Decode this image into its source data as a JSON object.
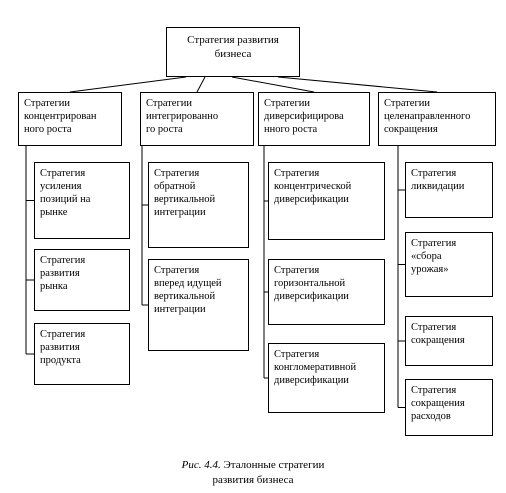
{
  "diagram": {
    "root": [
      "Стратегия развития",
      "бизнеса"
    ],
    "categories": [
      {
        "label": [
          "Стратегии",
          "концентрирован",
          "ного роста"
        ],
        "children": [
          [
            "Стратегия",
            "усиления",
            "позиций на",
            "рынке"
          ],
          [
            "Стратегия",
            "развития",
            "рынка"
          ],
          [
            "Стратегия",
            "развития",
            "продукта"
          ]
        ]
      },
      {
        "label": [
          "Стратегии",
          "интегрированно",
          "го роста"
        ],
        "children": [
          [
            "Стратегия",
            "обратной",
            "вертикальной",
            "интеграции"
          ],
          [
            "Стратегия",
            "вперед идущей",
            "вертикальной",
            "интеграции"
          ]
        ]
      },
      {
        "label": [
          "Стратегии",
          "диверсифицирова",
          "нного роста"
        ],
        "children": [
          [
            "Стратегия",
            "концентрической",
            "диверсификации"
          ],
          [
            "Стратегия",
            "горизонтальной",
            "диверсификации"
          ],
          [
            "Стратегия",
            "конгломеративной",
            "диверсификации"
          ]
        ]
      },
      {
        "label": [
          "Стратегии",
          "целенаправленного",
          "сокращения"
        ],
        "children": [
          [
            "Стратегия",
            "ликвидации"
          ],
          [
            "Стратегия",
            "«сбора",
            "урожая»"
          ],
          [
            "Стратегия",
            "сокращения"
          ],
          [
            "Стратегия",
            "сокращения",
            "расходов"
          ]
        ]
      }
    ]
  },
  "caption": {
    "figure_label": "Рис. 4.4.",
    "line1": "Эталонные стратегии",
    "line2": "развития бизнеса"
  }
}
